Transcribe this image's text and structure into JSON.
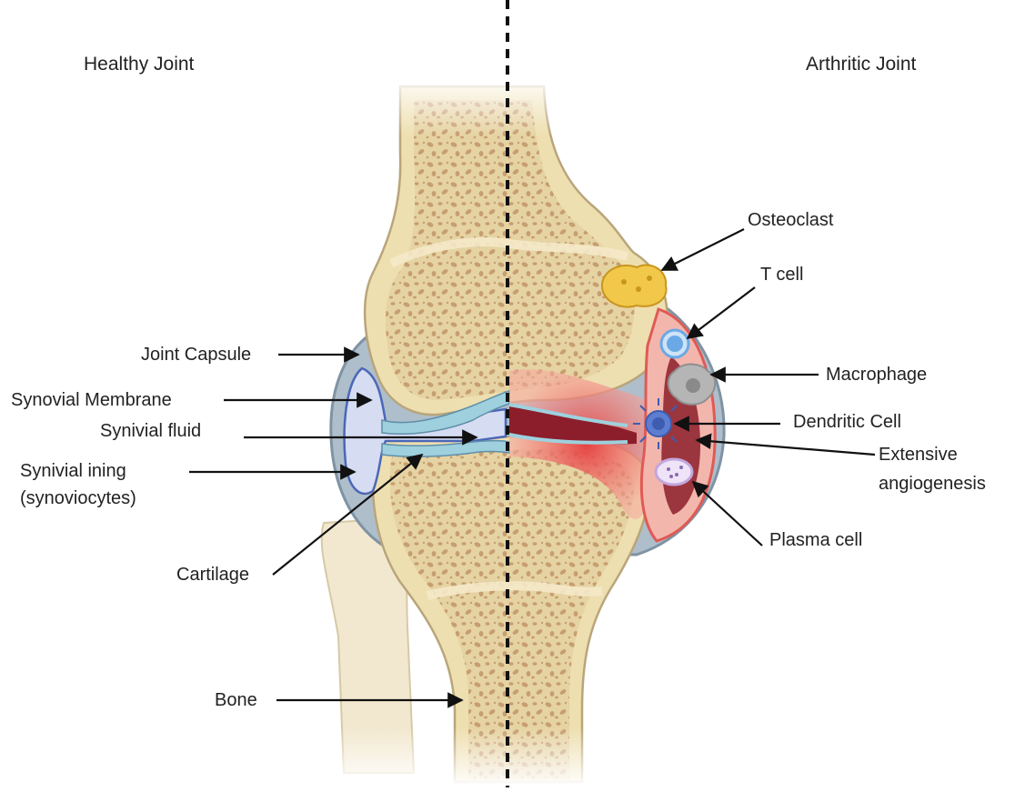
{
  "headings": {
    "left": "Healthy Joint",
    "right": "Arthritic Joint"
  },
  "left_labels": {
    "joint_capsule": "Joint Capsule",
    "synovial_membrane": "Synovial Membrane",
    "synovial_fluid": "Synivial fluid",
    "synovial_lining_1": "Synivial ining",
    "synovial_lining_2": "(synoviocytes)",
    "cartilage": "Cartilage",
    "bone": "Bone"
  },
  "right_labels": {
    "osteoclast": "Osteoclast",
    "t_cell": "T cell",
    "macrophage": "Macrophage",
    "dendritic_cell": "Dendritic Cell",
    "angiogenesis_1": "Extensive",
    "angiogenesis_2": "angiogenesis",
    "plasma_cell": "Plasma cell"
  },
  "colors": {
    "bone_fill": "#eedfb0",
    "bone_outline": "#b9a57a",
    "marrow_pore": "#c49b6c",
    "cartilage": "#9ed0de",
    "synovial_fluid": "#d6dcf2",
    "capsule": "#aebecb",
    "capsule_outline": "#7f93a4",
    "inflammation": "#e53a3a",
    "pannus": "#8b1e2a",
    "osteoclast": "#f1c84a",
    "t_cell": "#6aa9e6",
    "macrophage": "#8f8f8f",
    "dendritic_cell": "#3e5db1",
    "plasma_cell": "#c3a6dd"
  }
}
